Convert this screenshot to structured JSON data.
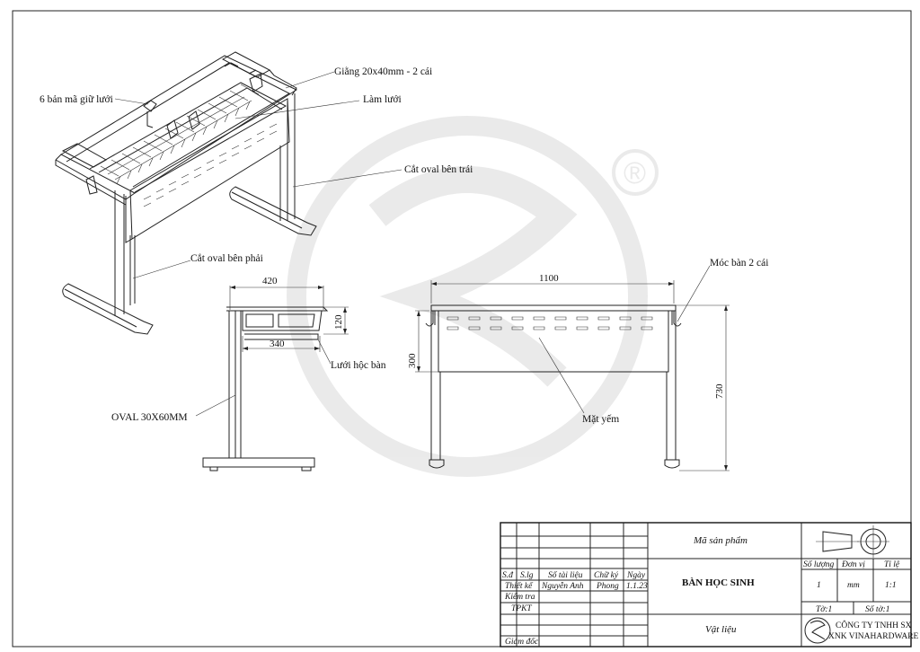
{
  "callouts": {
    "giang": "Giằng 20x40mm - 2 cái",
    "ban_ma": "6 bản mã giữ lưới",
    "lam_luoi": "Làm lưới",
    "cat_oval_trai": "Cắt oval bên trái",
    "cat_oval_phai": "Cắt oval bên phải",
    "luoi_hoc_ban": "Lưới hộc bàn",
    "oval": "OVAL 30X60MM",
    "moc_ban": "Móc bàn 2 cái",
    "mat_yem": "Mặt yếm"
  },
  "dimensions": {
    "side_width": "420",
    "side_height": "120",
    "side_inner": "340",
    "front_width": "1100",
    "front_apron": "300",
    "front_height": "730"
  },
  "title_block": {
    "ma_san_pham": "Mã sản phẩm",
    "product_name": "BÀN HỌC SINH",
    "vat_lieu": "Vật liệu",
    "col_sd": "S.đ",
    "col_slg": "S.lg",
    "col_so_tai_lieu": "Số tài liệu",
    "col_chu_ky": "Chữ ký",
    "col_ngay": "Ngày",
    "row_thiet_ke": "Thiết kế",
    "row_kiem_tra": "Kiểm tra",
    "row_tpkt": "TPKT",
    "row_giam_doc": "Giám đốc",
    "designer": "Nguyễn Anh",
    "signer": "Phong",
    "date": "1.1.23",
    "so_luong_label": "Số lượng",
    "don_vi_label": "Đơn vị",
    "ti_le_label": "Tỉ lệ",
    "so_luong": "1",
    "don_vi": "mm",
    "ti_le": "1:1",
    "to": "Tờ:1",
    "so_to": "Số tờ:1",
    "company_line1": "CÔNG TY TNHH SX",
    "company_line2": "XNK VINAHARDWARE"
  },
  "watermark": {
    "registered_mark": "®"
  }
}
